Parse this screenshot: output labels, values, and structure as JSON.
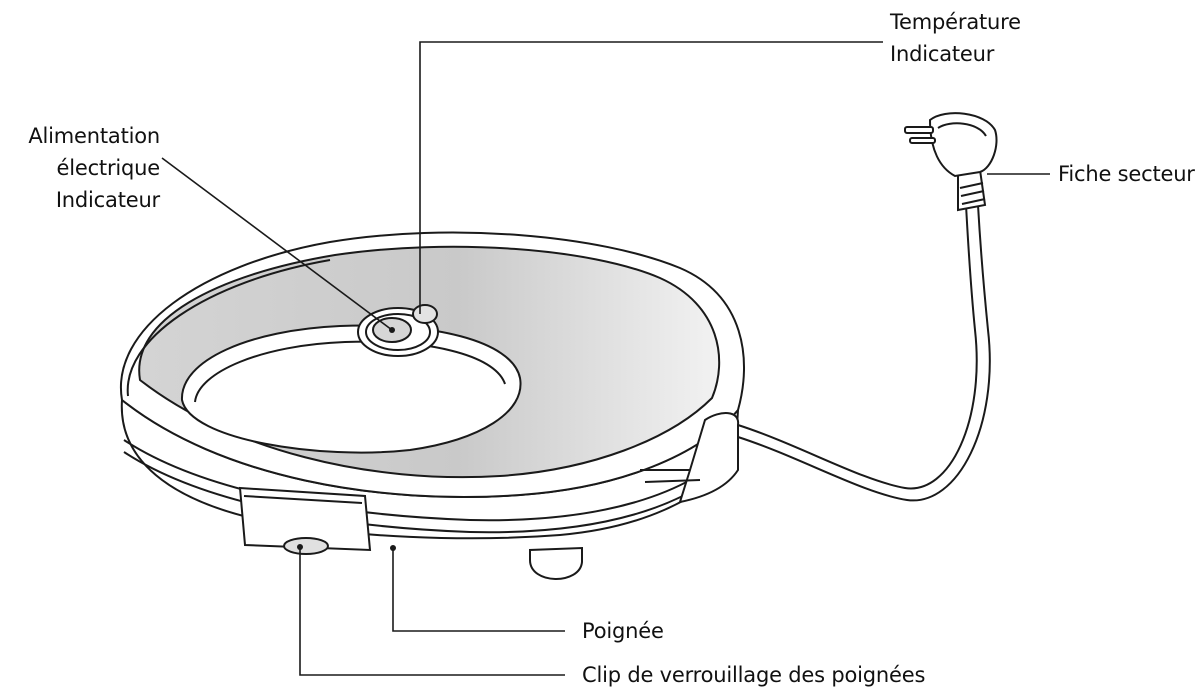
{
  "labels": {
    "power_indicator": [
      "Alimentation",
      "électrique",
      "Indicateur"
    ],
    "temperature_indicator": [
      "Température",
      "Indicateur"
    ],
    "mains_plug": "Fiche secteur",
    "handle": "Poignée",
    "handle_lock_clip": "Clip de verrouillage des poignées"
  },
  "colors": {
    "line": "#1a1a1a",
    "lid_shade": "#d9d9d9",
    "background": "#ffffff"
  }
}
